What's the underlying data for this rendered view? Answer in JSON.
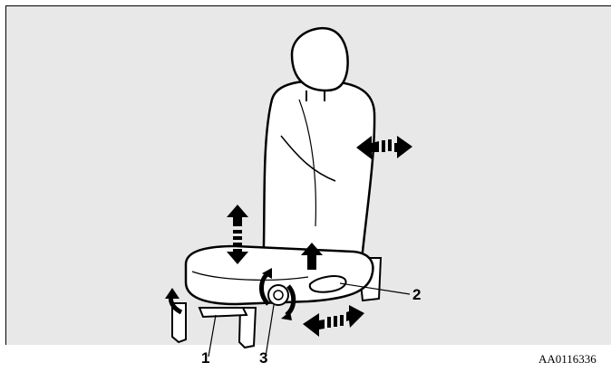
{
  "figure": {
    "callouts": [
      {
        "id": "1",
        "label": "1"
      },
      {
        "id": "2",
        "label": "2"
      },
      {
        "id": "3",
        "label": "3"
      }
    ],
    "image_code": "AA0116336"
  },
  "colors": {
    "background": "#e8e8e8",
    "seat_fill": "#ffffff",
    "outline": "#000000"
  }
}
